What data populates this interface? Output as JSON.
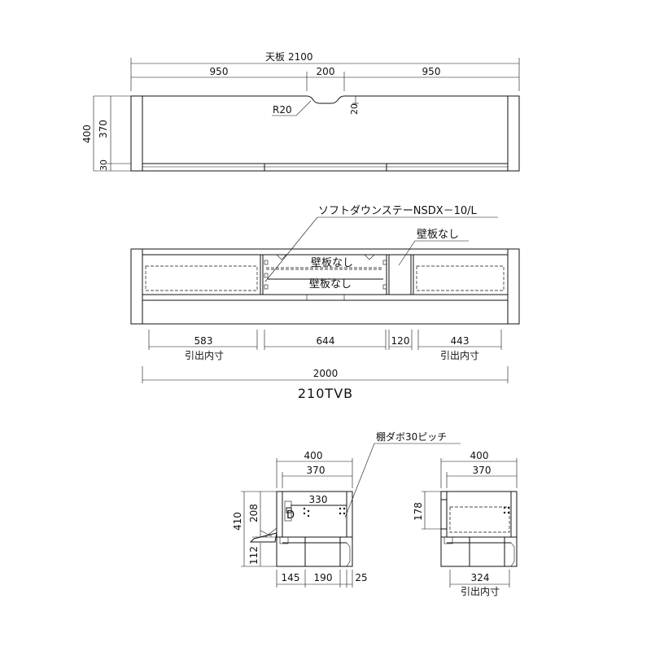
{
  "top_view": {
    "label_top_board": "天板",
    "total": "2100",
    "left": "950",
    "center": "200",
    "right": "950",
    "radius": "R20",
    "notch_depth": "20",
    "height": "400",
    "height_upper": "370",
    "height_lower": "30"
  },
  "front_view": {
    "callout_stay": "ソフトダウンステーNSDX－10/L",
    "callout_no_back": "壁板なし",
    "no_back_center_1": "壁板なし",
    "no_back_center_2": "壁板なし",
    "dim_1": "583",
    "dim_2": "644",
    "dim_3": "120",
    "dim_4": "443",
    "inner_note_1": "引出内寸",
    "inner_note_2": "引出内寸",
    "total": "2000",
    "model": "210TVB"
  },
  "side_left": {
    "callout_shelf": "棚ダボ30ピッチ",
    "width_outer": "400",
    "width_inner": "370",
    "shelf_width": "330",
    "height_total": "410",
    "height_upper": "208",
    "height_lower": "112",
    "bottom_1": "145",
    "bottom_2": "190",
    "bottom_3": "25"
  },
  "side_right": {
    "width_outer": "400",
    "width_inner": "370",
    "height_inner": "178",
    "drawer_width": "324",
    "inner_note": "引出内寸"
  }
}
